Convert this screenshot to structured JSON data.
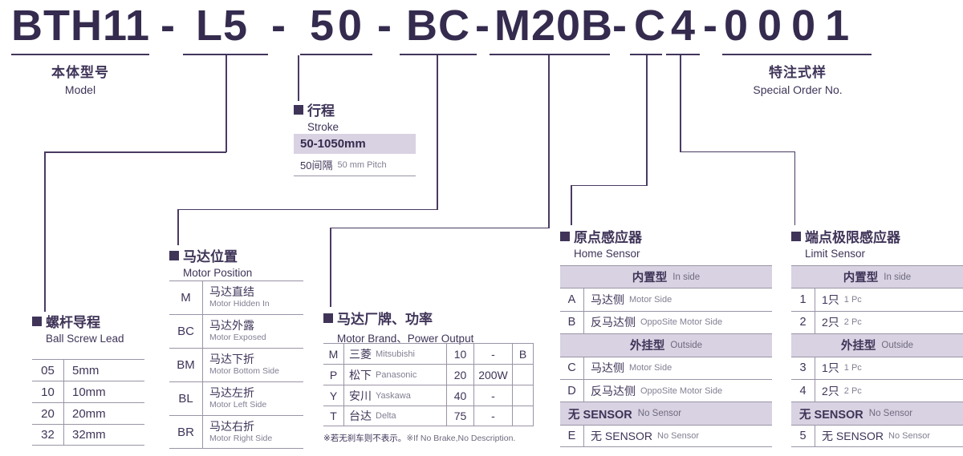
{
  "colors": {
    "accent_text": "#342b4e",
    "connector_line": "#4a3a63",
    "header_bg": "#d8d2e2",
    "table_border": "#9a94a6",
    "subtext": "#837e92"
  },
  "model_code": {
    "s1": "BTH11",
    "d1": "-",
    "s2": "L5",
    "d2": "-",
    "s3": "50",
    "d3": "-",
    "s4": "BC",
    "d4": "-",
    "s5": "M20B",
    "d5": "-",
    "s6": "C",
    "s7": "4",
    "d6": "-",
    "s8": "0001"
  },
  "model_label": {
    "zh": "本体型号",
    "en": "Model"
  },
  "special_label": {
    "zh": "特注式样",
    "en": "Special Order No."
  },
  "ball_screw_lead": {
    "title_zh": "螺杆导程",
    "title_en": "Ball Screw Lead",
    "rows": [
      {
        "code": "05",
        "value": "5mm"
      },
      {
        "code": "10",
        "value": "10mm"
      },
      {
        "code": "20",
        "value": "20mm"
      },
      {
        "code": "32",
        "value": "32mm"
      }
    ]
  },
  "stroke": {
    "title_zh": "行程",
    "title_en": "Stroke",
    "range": "50-1050mm",
    "pitch_zh": "50间隔",
    "pitch_en": "50 mm Pitch"
  },
  "motor_position": {
    "title_zh": "马达位置",
    "title_en": "Motor Position",
    "rows": [
      {
        "code": "M",
        "zh": "马达直结",
        "en": "Motor Hidden In"
      },
      {
        "code": "BC",
        "zh": "马达外露",
        "en": "Motor Exposed"
      },
      {
        "code": "BM",
        "zh": "马达下折",
        "en": "Motor Bottom Side"
      },
      {
        "code": "BL",
        "zh": "马达左折",
        "en": "Motor Left Side"
      },
      {
        "code": "BR",
        "zh": "马达右折",
        "en": "Motor Right Side"
      }
    ]
  },
  "motor_brand": {
    "title_zh": "马达厂牌、功率",
    "title_en": "Motor Brand、Power Output",
    "rows": [
      {
        "code": "M",
        "zh": "三菱",
        "en": "Mitsubishi",
        "power": "10",
        "watt": "-",
        "brake": "B"
      },
      {
        "code": "P",
        "zh": "松下",
        "en": "Panasonic",
        "power": "20",
        "watt": "200W",
        "brake": ""
      },
      {
        "code": "Y",
        "zh": "安川",
        "en": "Yaskawa",
        "power": "40",
        "watt": "-",
        "brake": ""
      },
      {
        "code": "T",
        "zh": "台达",
        "en": "Delta",
        "power": "75",
        "watt": "-",
        "brake": ""
      }
    ],
    "note_zh": "※若无刹车则不表示。",
    "note_en": "※If No Brake,No Description."
  },
  "home_sensor": {
    "title_zh": "原点感应器",
    "title_en": "Home Sensor",
    "rows": [
      {
        "type": "header",
        "zh": "内置型",
        "en": "In side"
      },
      {
        "type": "data",
        "code": "A",
        "zh": "马达侧",
        "en": "Motor Side"
      },
      {
        "type": "data",
        "code": "B",
        "zh": "反马达侧",
        "en": "OppoSite Motor Side"
      },
      {
        "type": "header",
        "zh": "外挂型",
        "en": "Outside"
      },
      {
        "type": "data",
        "code": "C",
        "zh": "马达侧",
        "en": "Motor Side"
      },
      {
        "type": "data",
        "code": "D",
        "zh": "反马达侧",
        "en": "OppoSite Motor Side"
      },
      {
        "type": "header",
        "zh": "无 SENSOR",
        "en": "No Sensor"
      },
      {
        "type": "data",
        "code": "E",
        "zh": "无 SENSOR",
        "en": "No Sensor"
      }
    ]
  },
  "limit_sensor": {
    "title_zh": "端点极限感应器",
    "title_en": "Limit Sensor",
    "rows": [
      {
        "type": "header",
        "zh": "内置型",
        "en": "In side"
      },
      {
        "type": "data",
        "code": "1",
        "zh": "1只",
        "en": "1 Pc"
      },
      {
        "type": "data",
        "code": "2",
        "zh": "2只",
        "en": "2 Pc"
      },
      {
        "type": "header",
        "zh": "外挂型",
        "en": "Outside"
      },
      {
        "type": "data",
        "code": "3",
        "zh": "1只",
        "en": "1 Pc"
      },
      {
        "type": "data",
        "code": "4",
        "zh": "2只",
        "en": "2 Pc"
      },
      {
        "type": "header",
        "zh": "无 SENSOR",
        "en": "No Sensor"
      },
      {
        "type": "data",
        "code": "5",
        "zh": "无 SENSOR",
        "en": "No Sensor"
      }
    ]
  }
}
